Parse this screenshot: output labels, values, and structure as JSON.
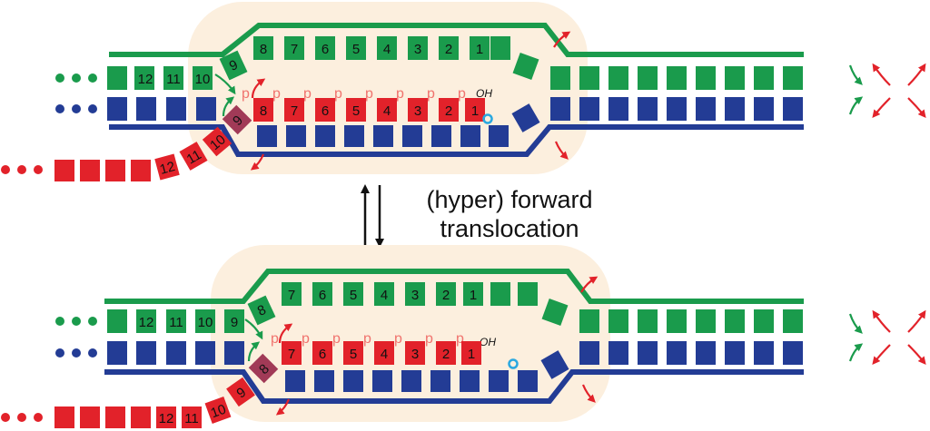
{
  "caption": {
    "line1": "(hyper) forward",
    "line2": "translocation"
  },
  "colors": {
    "template": "#1a9b4c",
    "nontemplate": "#233c95",
    "rna": "#e2222a",
    "bubble": "#fcefde",
    "phosphate": "#f0736e",
    "active_site": "#2aa8e0"
  },
  "icons": [
    "ellipsis-dots",
    "curved-arrow",
    "double-arrow"
  ],
  "panels": [
    {
      "id": "top",
      "template_numbers": [
        "12",
        "11",
        "10",
        "9",
        "8",
        "7",
        "6",
        "5",
        "4",
        "3",
        "2",
        "1"
      ],
      "rna_numbers": [
        "8",
        "7",
        "6",
        "5",
        "4",
        "3",
        "2",
        "1"
      ],
      "rna_exit_numbers": [
        "12",
        "11",
        "10",
        "9"
      ],
      "phosphate_label": "p",
      "oh_label": "OH"
    },
    {
      "id": "bottom",
      "template_numbers": [
        "12",
        "11",
        "10",
        "9",
        "8",
        "7",
        "6",
        "5",
        "4",
        "3",
        "2",
        "1"
      ],
      "rna_numbers": [
        "7",
        "6",
        "5",
        "4",
        "3",
        "2",
        "1"
      ],
      "rna_exit_numbers": [
        "12",
        "11",
        "10",
        "9",
        "8"
      ],
      "phosphate_label": "p",
      "oh_label": "OH"
    }
  ]
}
